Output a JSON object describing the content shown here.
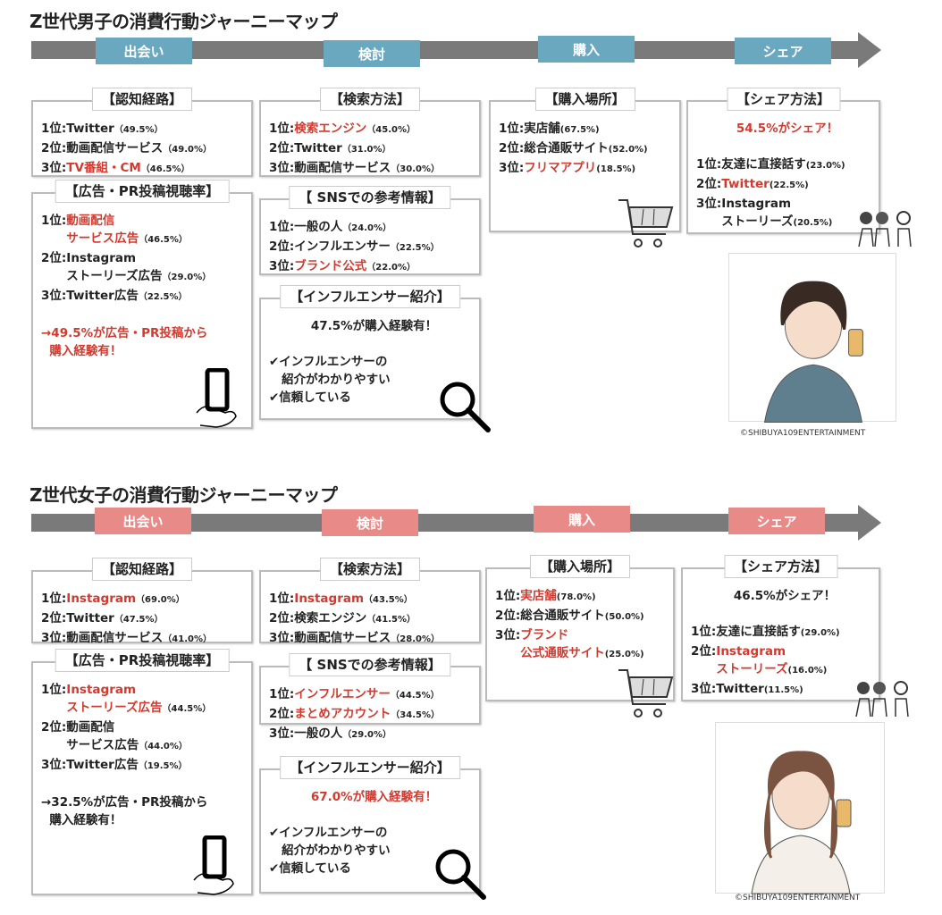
{
  "maps": [
    {
      "title": "Z世代男子の消費行動ジャーニーマップ",
      "accent": "#6aa8c0",
      "stages": [
        "出会い",
        "検討",
        "購入",
        "シェア"
      ],
      "credit": "©SHIBUYA109ENTERTAINMENT",
      "boxes": [
        {
          "key": "ninchi",
          "title": "【認知経路】",
          "lines": [
            [
              {
                "t": "1位:Twitter"
              },
              {
                "t": "（49.5%）",
                "s": 1
              }
            ],
            [
              {
                "t": "2位:動画配信サービス"
              },
              {
                "t": "（49.0%）",
                "s": 1
              }
            ],
            [
              {
                "t": "3位:"
              },
              {
                "t": "TV番組・CM",
                "r": 1
              },
              {
                "t": "（46.5%）",
                "s": 1
              }
            ]
          ]
        },
        {
          "key": "kokoku",
          "title": "【広告・PR投稿視聴率】",
          "lines": [
            [
              {
                "t": "1位:"
              },
              {
                "t": "動画配信",
                "r": 1
              }
            ],
            [
              {
                "t": "      "
              },
              {
                "t": "サービス広告",
                "r": 1
              },
              {
                "t": "（46.5%）",
                "s": 1
              }
            ],
            [
              {
                "t": "2位:Instagram"
              }
            ],
            [
              {
                "t": "      ストーリーズ広告"
              },
              {
                "t": "（29.0%）",
                "s": 1
              }
            ],
            [
              {
                "t": "3位:Twitter広告"
              },
              {
                "t": "（22.5%）",
                "s": 1
              }
            ],
            [
              {
                "t": " "
              }
            ],
            [
              {
                "t": "→49.5%が広告・PR投稿から",
                "r": 1
              }
            ],
            [
              {
                "t": "  購入経験有！",
                "r": 1
              }
            ]
          ]
        },
        {
          "key": "kensaku",
          "title": "【検索方法】",
          "lines": [
            [
              {
                "t": "1位:"
              },
              {
                "t": "検索エンジン",
                "r": 1
              },
              {
                "t": "（45.0%）",
                "s": 1
              }
            ],
            [
              {
                "t": "2位:Twitter"
              },
              {
                "t": "（31.0%）",
                "s": 1
              }
            ],
            [
              {
                "t": "3位:動画配信サービス"
              },
              {
                "t": "（30.0%）",
                "s": 1
              }
            ]
          ]
        },
        {
          "key": "sns",
          "title": "【 SNSでの参考情報】",
          "lines": [
            [
              {
                "t": "1位:一般の人"
              },
              {
                "t": "（24.0%）",
                "s": 1
              }
            ],
            [
              {
                "t": "2位:インフルエンサー"
              },
              {
                "t": "（22.5%）",
                "s": 1
              }
            ],
            [
              {
                "t": "3位:"
              },
              {
                "t": "ブランド公式",
                "r": 1
              },
              {
                "t": "（22.0%）",
                "s": 1
              }
            ]
          ]
        },
        {
          "key": "influ",
          "title": "【インフルエンサー紹介】",
          "lines": [
            [
              {
                "t": "47.5%が購入経験有！",
                "c": 1
              }
            ],
            [
              {
                "t": " "
              }
            ],
            [
              {
                "t": "✔インフルエンサーの"
              }
            ],
            [
              {
                "t": "   紹介がわかりやすい"
              }
            ],
            [
              {
                "t": "✔信頼している"
              }
            ]
          ]
        },
        {
          "key": "basho",
          "title": "【購入場所】",
          "lines": [
            [
              {
                "t": "1位:実店舗"
              },
              {
                "t": "(67.5%)",
                "s": 1
              }
            ],
            [
              {
                "t": "2位:総合通販サイト"
              },
              {
                "t": "(52.0%)",
                "s": 1
              }
            ],
            [
              {
                "t": "3位:"
              },
              {
                "t": "フリマアプリ",
                "r": 1
              },
              {
                "t": "(18.5%)",
                "s": 1
              }
            ]
          ]
        },
        {
          "key": "share",
          "title": "【シェア方法】",
          "lines": [
            [
              {
                "t": "54.5%がシェア！",
                "r": 1,
                "c": 1
              }
            ],
            [
              {
                "t": " "
              }
            ],
            [
              {
                "t": "1位:友達に直接話す"
              },
              {
                "t": "(23.0%)",
                "s": 1
              }
            ],
            [
              {
                "t": "2位:"
              },
              {
                "t": "Twitter",
                "r": 1
              },
              {
                "t": "(22.5%)",
                "s": 1
              }
            ],
            [
              {
                "t": "3位:Instagram"
              }
            ],
            [
              {
                "t": "      ストーリーズ"
              },
              {
                "t": "(20.5%)",
                "s": 1
              }
            ]
          ]
        }
      ]
    },
    {
      "title": "Z世代女子の消費行動ジャーニーマップ",
      "accent": "#e88a88",
      "stages": [
        "出会い",
        "検討",
        "購入",
        "シェア"
      ],
      "credit": "©SHIBUYA109ENTERTAINMENT",
      "boxes": [
        {
          "key": "ninchi",
          "title": "【認知経路】",
          "lines": [
            [
              {
                "t": "1位:"
              },
              {
                "t": "Instagram",
                "r": 1
              },
              {
                "t": "（69.0%）",
                "s": 1
              }
            ],
            [
              {
                "t": "2位:Twitter"
              },
              {
                "t": "（47.5%）",
                "s": 1
              }
            ],
            [
              {
                "t": "3位:動画配信サービス"
              },
              {
                "t": "（41.0%）",
                "s": 1
              }
            ]
          ]
        },
        {
          "key": "kokoku",
          "title": "【広告・PR投稿視聴率】",
          "lines": [
            [
              {
                "t": "1位:"
              },
              {
                "t": "Instagram",
                "r": 1
              }
            ],
            [
              {
                "t": "      "
              },
              {
                "t": "ストーリーズ広告",
                "r": 1
              },
              {
                "t": "（44.5%）",
                "s": 1
              }
            ],
            [
              {
                "t": "2位:動画配信"
              }
            ],
            [
              {
                "t": "      サービス広告"
              },
              {
                "t": "（44.0%）",
                "s": 1
              }
            ],
            [
              {
                "t": "3位:Twitter広告"
              },
              {
                "t": "（19.5%）",
                "s": 1
              }
            ],
            [
              {
                "t": " "
              }
            ],
            [
              {
                "t": "→32.5%が広告・PR投稿から"
              }
            ],
            [
              {
                "t": "  購入経験有！"
              }
            ]
          ]
        },
        {
          "key": "kensaku",
          "title": "【検索方法】",
          "lines": [
            [
              {
                "t": "1位:"
              },
              {
                "t": "Instagram",
                "r": 1
              },
              {
                "t": "（43.5%）",
                "s": 1
              }
            ],
            [
              {
                "t": "2位:検索エンジン"
              },
              {
                "t": "（41.5%）",
                "s": 1
              }
            ],
            [
              {
                "t": "3位:動画配信サービス"
              },
              {
                "t": "（28.0%）",
                "s": 1
              }
            ]
          ]
        },
        {
          "key": "sns",
          "title": "【 SNSでの参考情報】",
          "lines": [
            [
              {
                "t": "1位:"
              },
              {
                "t": "インフルエンサー",
                "r": 1
              },
              {
                "t": "（44.5%）",
                "s": 1
              }
            ],
            [
              {
                "t": "2位:"
              },
              {
                "t": "まとめアカウント",
                "r": 1
              },
              {
                "t": "（34.5%）",
                "s": 1
              }
            ],
            [
              {
                "t": "3位:一般の人"
              },
              {
                "t": "（29.0%）",
                "s": 1
              }
            ]
          ]
        },
        {
          "key": "influ",
          "title": "【インフルエンサー紹介】",
          "lines": [
            [
              {
                "t": "67.0%が購入経験有！",
                "r": 1,
                "c": 1
              }
            ],
            [
              {
                "t": " "
              }
            ],
            [
              {
                "t": "✔インフルエンサーの"
              }
            ],
            [
              {
                "t": "   紹介がわかりやすい"
              }
            ],
            [
              {
                "t": "✔信頼している"
              }
            ]
          ]
        },
        {
          "key": "basho",
          "title": "【購入場所】",
          "lines": [
            [
              {
                "t": "1位:"
              },
              {
                "t": "実店舗",
                "r": 1
              },
              {
                "t": "(78.0%)",
                "s": 1
              }
            ],
            [
              {
                "t": "2位:総合通販サイト"
              },
              {
                "t": "(50.0%)",
                "s": 1
              }
            ],
            [
              {
                "t": "3位:"
              },
              {
                "t": "ブランド",
                "r": 1
              }
            ],
            [
              {
                "t": "      "
              },
              {
                "t": "公式通販サイト",
                "r": 1
              },
              {
                "t": "(25.0%)",
                "s": 1
              }
            ]
          ]
        },
        {
          "key": "share",
          "title": "【シェア方法】",
          "lines": [
            [
              {
                "t": "46.5%がシェア！",
                "c": 1
              }
            ],
            [
              {
                "t": " "
              }
            ],
            [
              {
                "t": "1位:友達に直接話す"
              },
              {
                "t": "(29.0%)",
                "s": 1
              }
            ],
            [
              {
                "t": "2位:"
              },
              {
                "t": "Instagram",
                "r": 1
              }
            ],
            [
              {
                "t": "      "
              },
              {
                "t": "ストーリーズ",
                "r": 1
              },
              {
                "t": "(16.0%)",
                "s": 1
              }
            ],
            [
              {
                "t": "3位:Twitter"
              },
              {
                "t": "(11.5%)",
                "s": 1
              }
            ]
          ]
        }
      ]
    }
  ]
}
